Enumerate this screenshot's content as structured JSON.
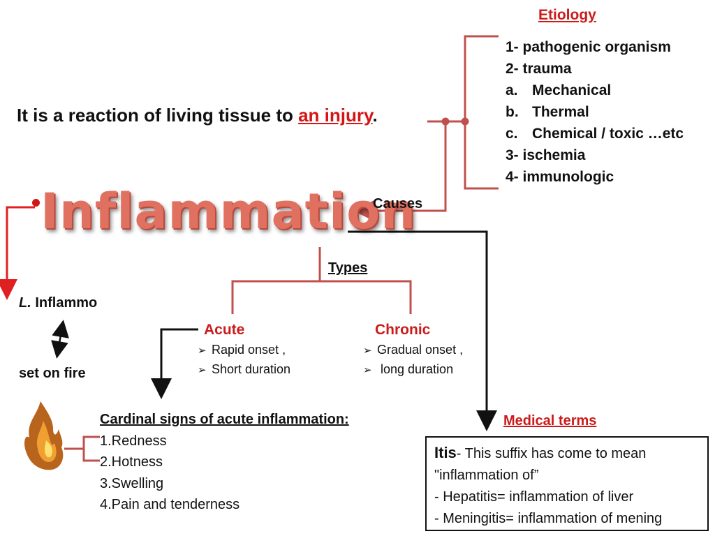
{
  "etiology": {
    "title": "Etiology",
    "items": [
      {
        "marker": "",
        "text": "1- pathogenic organism"
      },
      {
        "marker": "",
        "text": "2- trauma"
      },
      {
        "marker": "a.",
        "text": "Mechanical"
      },
      {
        "marker": "b.",
        "text": "Thermal"
      },
      {
        "marker": "c.",
        "text": "Chemical / toxic …etc"
      },
      {
        "marker": "",
        "text": "3- ischemia"
      },
      {
        "marker": "",
        "text": "4- immunologic"
      }
    ]
  },
  "definition": {
    "prefix": "It is a reaction of living tissue to ",
    "highlight": "an injury",
    "suffix": "."
  },
  "title": "Inflammation",
  "causes_label": "Causes",
  "types_label": "Types",
  "latin": {
    "abbr": "L.",
    "word": "Inflammo"
  },
  "meaning": "set on fire",
  "acute": {
    "title": "Acute",
    "points": [
      "Rapid onset ,",
      "Short duration"
    ]
  },
  "chronic": {
    "title": "Chronic",
    "points": [
      "Gradual onset ,",
      " long duration"
    ]
  },
  "cardinal": {
    "title": "Cardinal signs of acute inflammation:",
    "items": [
      "1.Redness",
      "2.Hotness",
      "3.Swelling",
      "4.Pain and tenderness"
    ]
  },
  "medical_terms": {
    "title": "Medical terms",
    "suffix_name": "Itis",
    "suffix_rest": "-  This suffix has come to mean",
    "lines": [
      "\"inflammation of”",
      "- Hepatitis= inflammation of liver",
      "- Meningitis= inflammation of mening"
    ]
  },
  "colors": {
    "accent_red": "#cc1a1a",
    "connector": "#c0504d",
    "title_fill": "#e07060"
  },
  "icons": {
    "bullet_arrow": "➢",
    "fire": "fire-icon"
  }
}
